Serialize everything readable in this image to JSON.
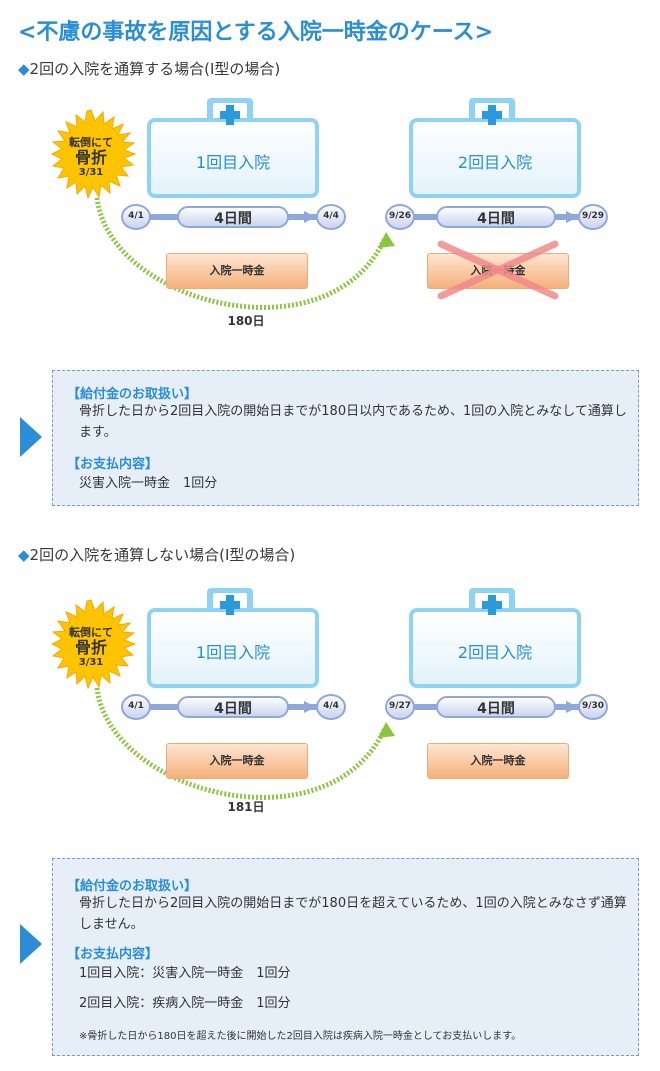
{
  "title": "<不慮の事故を原因とする入院一時金のケース>",
  "accent_color": "#2a8ed6",
  "sections": [
    {
      "heading_marker": "◆",
      "heading": "2回の入院を通算する場合(I型の場合)",
      "accident": {
        "line1": "転倒にて",
        "line2": "骨折",
        "date": "3/31"
      },
      "stays": [
        {
          "label": "1回目入院",
          "start": "4/1",
          "end": "4/4",
          "duration": "4日間",
          "payment": "入院一時金",
          "crossed_out": false
        },
        {
          "label": "2回目入院",
          "start": "9/26",
          "end": "9/29",
          "duration": "4日間",
          "payment": "入院一時金",
          "crossed_out": true
        }
      ],
      "gap_days": "180日",
      "info": {
        "handling_heading": "【給付金のお取扱い】",
        "handling_text": "骨折した日から2回目入院の開始日までが180日以内であるため、1回の入院とみなして通算します。",
        "payment_heading": "【お支払内容】",
        "payment_lines": [
          "災害入院一時金　1回分"
        ],
        "note": ""
      }
    },
    {
      "heading_marker": "◆",
      "heading": "2回の入院を通算しない場合(I型の場合)",
      "accident": {
        "line1": "転倒にて",
        "line2": "骨折",
        "date": "3/31"
      },
      "stays": [
        {
          "label": "1回目入院",
          "start": "4/1",
          "end": "4/4",
          "duration": "4日間",
          "payment": "入院一時金",
          "crossed_out": false
        },
        {
          "label": "2回目入院",
          "start": "9/27",
          "end": "9/30",
          "duration": "4日間",
          "payment": "入院一時金",
          "crossed_out": false
        }
      ],
      "gap_days": "181日",
      "info": {
        "handling_heading": "【給付金のお取扱い】",
        "handling_text": "骨折した日から2回目入院の開始日までが180日を超えているため、1回の入院とみなさず通算しません。",
        "payment_heading": "【お支払内容】",
        "payment_lines": [
          "1回目入院：災害入院一時金　1回分",
          "2回目入院：疾病入院一時金　1回分"
        ],
        "note": "※骨折した日から180日を超えた後に開始した2回目入院は疾病入院一時金としてお支払いします。"
      }
    }
  ]
}
